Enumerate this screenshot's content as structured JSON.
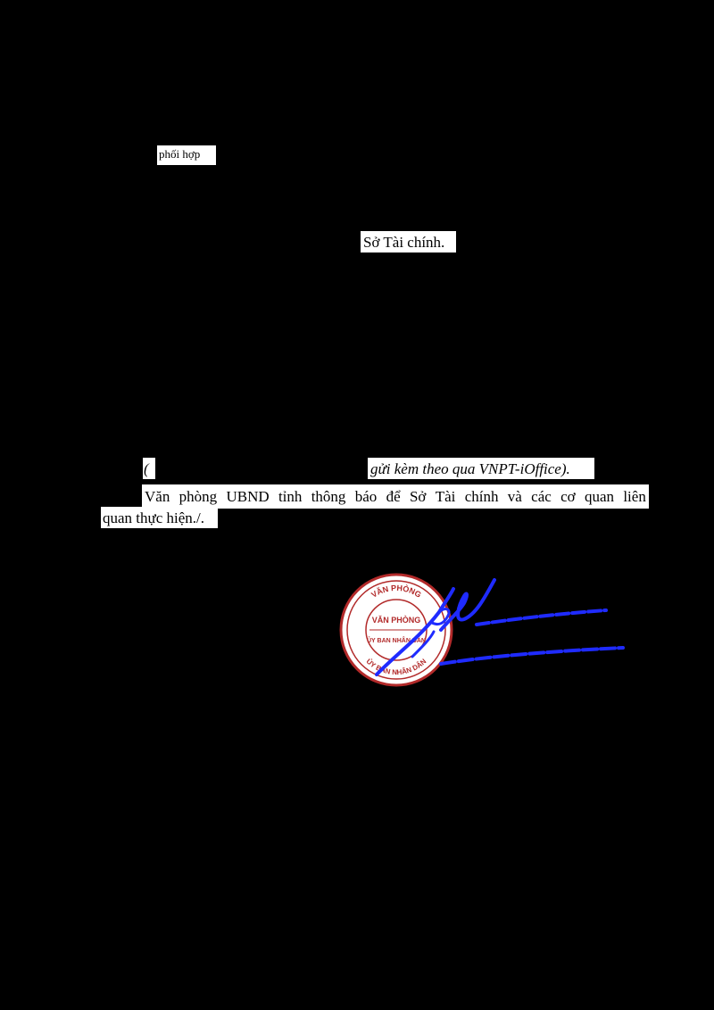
{
  "fragments": {
    "coordination": "phối hợp",
    "finance_department": "Sở Tài chính.",
    "open_paren": "(",
    "attached_note": "gửi kèm theo qua VNPT-iOffice)."
  },
  "notice": {
    "line1_words": [
      "Văn",
      "phòng",
      "UBND",
      "tỉnh",
      "thông",
      "báo",
      "để",
      "Sở",
      "Tài",
      "chính",
      "và",
      "các",
      "cơ",
      "quan",
      "liên"
    ],
    "line2": "quan thực hiện./."
  },
  "seal": {
    "text_top": "VĂN PHÒNG",
    "text_bottom": "ỦY BAN NHÂN DÂN",
    "color": "#b22a2a"
  },
  "signature": {
    "color": "#1f2bff"
  }
}
